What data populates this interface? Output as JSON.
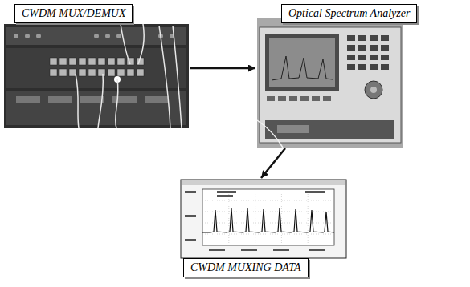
{
  "diagram": {
    "nodes": [
      {
        "text": [
          "CWDM MUX/DEMUX"
        ]
      },
      {
        "text": [
          "Optical Spectrum Analyzer"
        ]
      },
      {
        "text": [
          "CWDM MUXING DATA"
        ]
      }
    ],
    "edges": [
      {
        "from": 0,
        "to": 1,
        "arrow": "to"
      },
      {
        "from": 1,
        "to": 2,
        "arrow": "to"
      }
    ]
  }
}
